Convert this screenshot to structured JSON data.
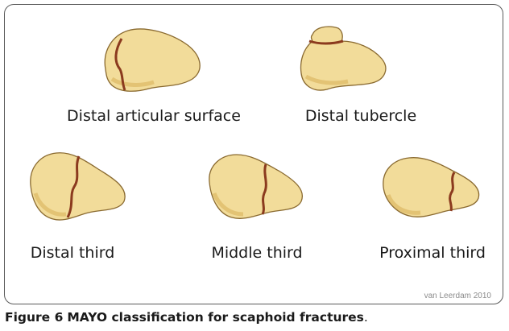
{
  "figure": {
    "labels": {
      "distal_articular_surface": "Distal articular surface",
      "distal_tubercle": "Distal tubercle",
      "distal_third": "Distal third",
      "middle_third": "Middle third",
      "proximal_third": "Proximal third"
    },
    "credit": "van Leerdam 2010",
    "bone_colors": {
      "fill": "#f2dc9a",
      "shade": "#d9b35c",
      "outline": "#8a6a30",
      "fracture": "#8b3a1e"
    }
  },
  "caption": {
    "number": "Figure 6",
    "title": "MAYO classification for scaphoid fractures",
    "trailing": "."
  }
}
